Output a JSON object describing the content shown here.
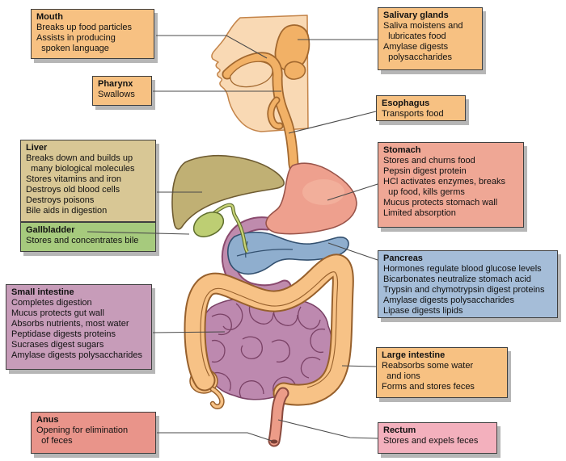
{
  "diagram": "Human digestive system with labeled organ functions",
  "labels": {
    "mouth": {
      "title": "Mouth",
      "body": "Breaks up food particles\nAssists in producing\n  spoken language"
    },
    "salivary_glands": {
      "title": "Salivary glands",
      "body": "Saliva moistens and\n  lubricates food\nAmylase digests\n  polysaccharides"
    },
    "pharynx": {
      "title": "Pharynx",
      "body": "Swallows"
    },
    "esophagus": {
      "title": "Esophagus",
      "body": "Transports food"
    },
    "liver": {
      "title": "Liver",
      "body": "Breaks down and builds up\n  many biological molecules\nStores vitamins and iron\nDestroys old blood cells\nDestroys poisons\nBile aids in digestion"
    },
    "gallbladder": {
      "title": "Gallbladder",
      "body": "Stores and concentrates bile"
    },
    "stomach": {
      "title": "Stomach",
      "body": "Stores and churns food\nPepsin digest protein\nHCl activates enzymes, breaks\n  up food, kills germs\nMucus protects stomach wall\nLimited absorption"
    },
    "pancreas": {
      "title": "Pancreas",
      "body": "Hormones regulate blood glucose levels\nBicarbonates neutralize stomach acid\nTrypsin and chymotrypsin digest proteins\nAmylase digests polysaccharides\nLipase digests lipids"
    },
    "small_intestine": {
      "title": "Small intestine",
      "body": "Completes digestion\nMucus protects gut wall\nAbsorbs nutrients, most water\nPeptidase digests proteins\nSucrases digest sugars\nAmylase digests polysaccharides"
    },
    "large_intestine": {
      "title": "Large intestine",
      "body": "Reabsorbs some water\n  and ions\nForms and stores feces"
    },
    "anus": {
      "title": "Anus",
      "body": "Opening for elimination\n  of feces"
    },
    "rectum": {
      "title": "Rectum",
      "body": "Stores and expels feces"
    }
  },
  "colors": {
    "box_orange": "#F7C182",
    "box_tan": "#D8C795",
    "box_green": "#A6CA7D",
    "box_salmon": "#EFA795",
    "box_red": "#E9948A",
    "box_blue": "#A5BDD8",
    "box_mauve": "#C79CB9",
    "box_pink": "#F3B0BD",
    "skin": "#F9D9B4",
    "oral_tube": "#F2B166",
    "liver_organ": "#C0B074",
    "gallbladder_organ": "#BDCE73",
    "stomach_organ": "#EEA08E",
    "pancreas_organ": "#8FAECE",
    "duodenum_organ": "#BF8BAD",
    "small_intestine_organ": "#BD89AF",
    "large_intestine_organ": "#F7C286",
    "rectum_organ": "#EC9C88",
    "leader_line": "#4a4a4a"
  }
}
